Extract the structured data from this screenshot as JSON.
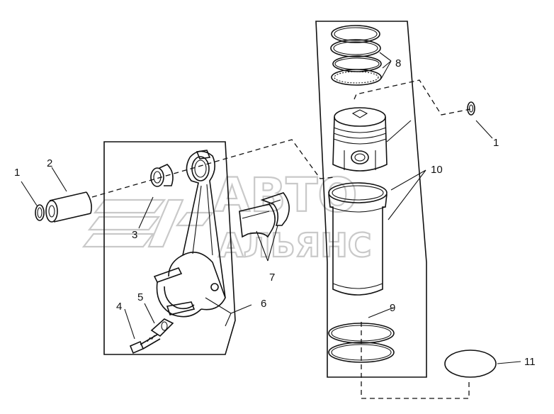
{
  "watermark": {
    "line1": "АВТО",
    "line2": "АЛЬЯНС",
    "color": "#c9c9c9"
  },
  "labels": {
    "retainer_left": "1",
    "piston_pin": "2",
    "pin_bushing": "3",
    "rod_bolt": "4",
    "rod_nut": "5",
    "connecting_rod": "6",
    "rod_bearing": "7",
    "piston_rings": "8",
    "liner_seals": "9",
    "cylinder_liner": "10",
    "o_ring": "11",
    "retainer_right": "1"
  },
  "colors": {
    "ink": "#111111",
    "background": "#ffffff"
  }
}
